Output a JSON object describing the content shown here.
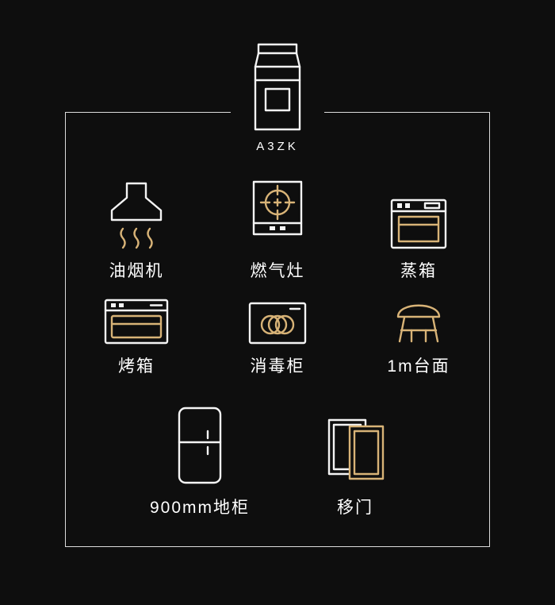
{
  "colors": {
    "background": "#0e0e0e",
    "line_white": "#f4f4f4",
    "accent_gold": "#d8b377",
    "frame_border": "#eeeeee"
  },
  "header": {
    "model": "A3ZK",
    "icon": "integrated-stove-icon"
  },
  "items": [
    {
      "label": "油烟机",
      "icon": "range-hood-icon"
    },
    {
      "label": "燃气灶",
      "icon": "gas-stove-icon"
    },
    {
      "label": "蒸箱",
      "icon": "steam-oven-icon"
    },
    {
      "label": "烤箱",
      "icon": "oven-icon"
    },
    {
      "label": "消毒柜",
      "icon": "disinfection-cabinet-icon"
    },
    {
      "label": "1m台面",
      "icon": "countertop-icon"
    },
    {
      "label": "900mm地柜",
      "icon": "base-cabinet-icon"
    },
    {
      "label": "移门",
      "icon": "sliding-door-icon"
    }
  ]
}
